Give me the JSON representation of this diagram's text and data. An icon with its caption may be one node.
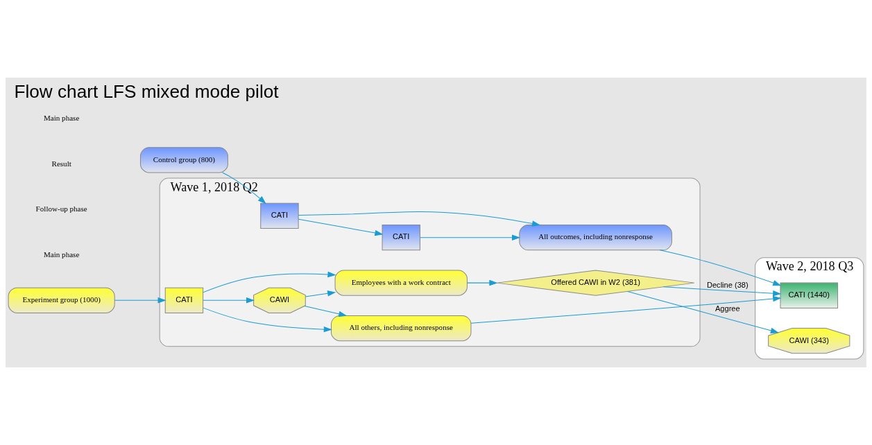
{
  "diagram": {
    "title": "Flow chart LFS mixed mode pilot",
    "nodes": [
      {
        "text": [
          "Wave 1, 2018 Q2"
        ]
      },
      {
        "text": [
          "Wave 2, 2018 Q3"
        ]
      },
      {
        "text": [
          "Experiment group (1000)"
        ]
      },
      {
        "text": [
          "CATI"
        ],
        "in": 0
      },
      {
        "text": [
          "CAWI"
        ],
        "in": 0
      },
      {
        "text": [
          "Employees with a work contract"
        ],
        "in": 0
      },
      {
        "text": [
          "Offered CAWI in W2 (381)"
        ],
        "in": 0
      },
      {
        "text": [
          "All others, including nonresponse"
        ],
        "in": 0
      },
      {
        "text": [
          "Control group (800)"
        ]
      },
      {
        "text": [
          "CATI"
        ],
        "in": 0
      },
      {
        "text": [
          "CATI"
        ],
        "in": 0
      },
      {
        "text": [
          "All outcomes, including nonresponse"
        ],
        "in": 0
      },
      {
        "text": [
          "CAWI (343)"
        ],
        "in": 1
      },
      {
        "text": [
          "CATI (1440)"
        ],
        "in": 1
      }
    ],
    "edges": [
      {
        "from": 2,
        "to": 3,
        "arrow": "to"
      },
      {
        "from": 3,
        "to": 5,
        "arrow": "to"
      },
      {
        "from": 3,
        "to": 4,
        "arrow": "to"
      },
      {
        "from": 4,
        "to": 5,
        "arrow": "to"
      },
      {
        "from": 4,
        "to": 7,
        "arrow": "to"
      },
      {
        "from": 3,
        "to": 7,
        "arrow": "to"
      },
      {
        "from": 5,
        "to": 6,
        "arrow": "to"
      },
      {
        "from": 6,
        "to": 12,
        "arrow": "to",
        "label": "Aggree"
      },
      {
        "from": 6,
        "to": 13,
        "arrow": "to",
        "label": "Decline (38)"
      },
      {
        "from": 7,
        "to": 13,
        "arrow": "to"
      },
      {
        "from": 8,
        "to": 9,
        "arrow": "to"
      },
      {
        "from": 9,
        "to": 10,
        "arrow": "to"
      },
      {
        "from": 10,
        "to": 11,
        "arrow": "to"
      },
      {
        "from": 9,
        "to": 11,
        "arrow": "to"
      },
      {
        "from": 11,
        "to": 13,
        "arrow": "to"
      }
    ],
    "labels": [
      "Main phase",
      "Follow-up phase",
      "Result",
      "Main phase"
    ]
  }
}
